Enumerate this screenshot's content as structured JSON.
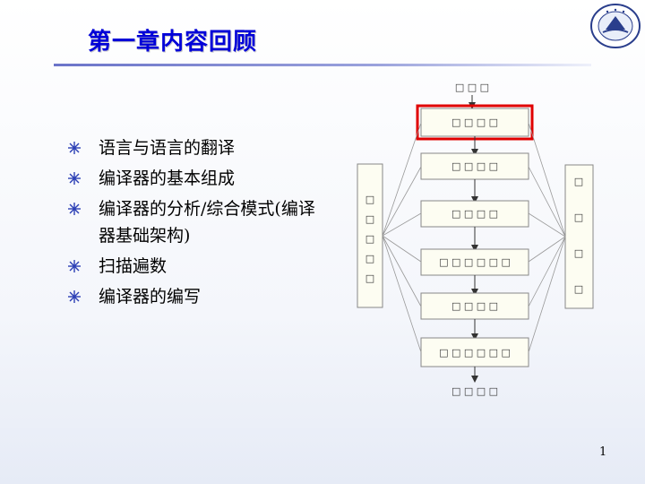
{
  "slide": {
    "title": "第一章内容回顾",
    "page_number": "1"
  },
  "bullets": [
    {
      "text": "语言与语言的翻译"
    },
    {
      "text": "编译器的基本组成"
    },
    {
      "text": "编译器的分析/综合模式(编译器基础架构)"
    },
    {
      "text": "扫描遍数"
    },
    {
      "text": "编译器的编写"
    }
  ],
  "diagram": {
    "input_label": "□ □ □",
    "output_label": "□ □ □ □",
    "stages": [
      {
        "label": "□ □ □ □",
        "highlighted": true
      },
      {
        "label": "□ □ □ □",
        "highlighted": false
      },
      {
        "label": "□ □ □ □",
        "highlighted": false
      },
      {
        "label": "□ □ □ □ □ □",
        "highlighted": false
      },
      {
        "label": "□ □ □ □",
        "highlighted": false
      },
      {
        "label": "□ □ □ □ □ □",
        "highlighted": false
      }
    ],
    "left_box_label": "□□□□□",
    "right_box_label": "□□□□",
    "highlight_color": "#e00000",
    "box_fill": "#fdfdf2"
  },
  "icons": {
    "bullet": "snowflake-bullet-icon",
    "logo": "university-seal-logo"
  }
}
